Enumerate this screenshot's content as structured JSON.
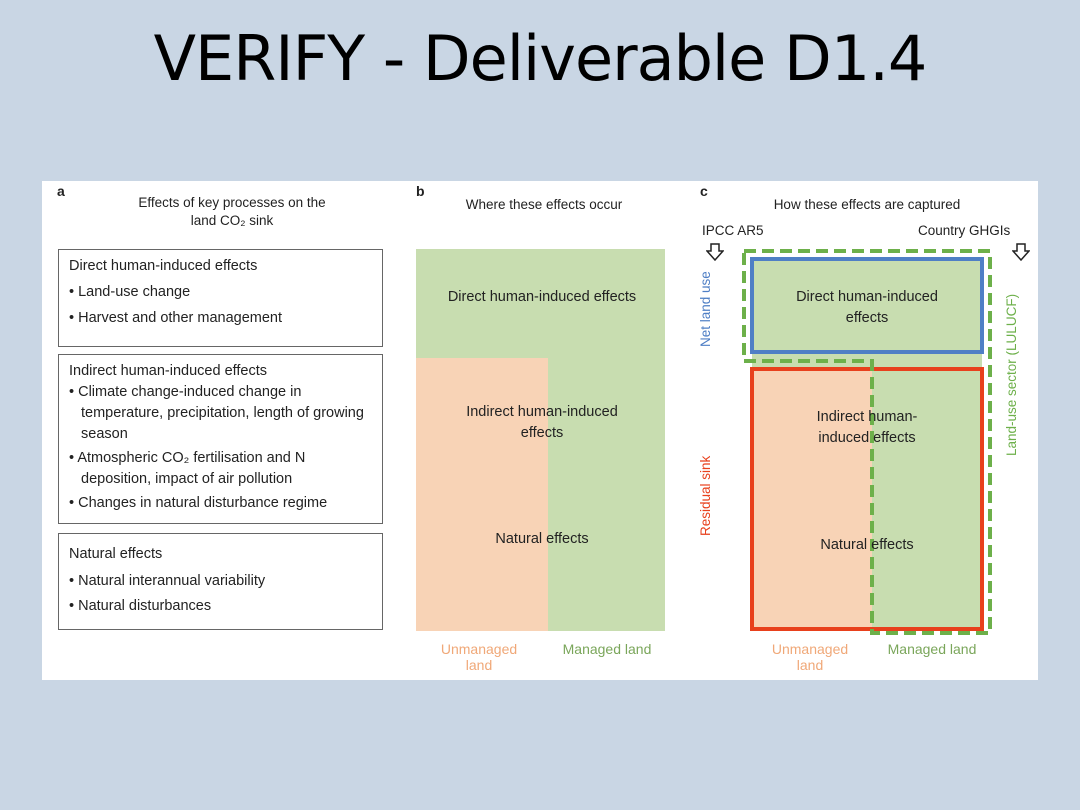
{
  "slide": {
    "title": "VERIFY - Deliverable D1.4"
  },
  "panel_a": {
    "letter": "a",
    "heading_line1": "Effects of key processes on the",
    "heading_line2": "land CO₂ sink",
    "box1": {
      "title": "Direct human-induced effects",
      "items": [
        "Land-use change",
        "Harvest and other management"
      ]
    },
    "box2": {
      "title": "Indirect human-induced effects",
      "items": [
        "Climate change-induced change in temperature, precipitation, length of growing season",
        "Atmospheric CO₂ fertilisation and N deposition, impact of air pollution",
        "Changes in natural disturbance regime"
      ]
    },
    "box3": {
      "title": "Natural effects",
      "items": [
        "Natural interannual variability",
        "Natural disturbances"
      ]
    }
  },
  "panel_b": {
    "letter": "b",
    "heading": "Where these effects occur",
    "direct_label": "Direct human-induced effects",
    "indirect_label": "Indirect human-induced effects",
    "natural_label": "Natural effects",
    "x_unmanaged": "Unmanaged land",
    "x_managed": "Managed land"
  },
  "panel_c": {
    "letter": "c",
    "heading": "How these effects are captured",
    "ipcc_label": "IPCC AR5",
    "country_label": "Country GHGIs",
    "net_land_use": "Net land use",
    "residual_sink": "Residual sink",
    "lulucf": "Land-use sector (LULUCF)",
    "direct_label": "Direct human-induced effects",
    "indirect_label": "Indirect human-induced effects",
    "natural_label": "Natural effects",
    "x_unmanaged": "Unmanaged land",
    "x_managed": "Managed land"
  },
  "colors": {
    "green_fill": "#c8ddb0",
    "peach_fill": "#f8d3b6",
    "blue_border": "#4f7fc5",
    "red_border": "#e8401c",
    "green_dash": "#6db04a",
    "unmanaged_text": "#f0a878",
    "managed_text": "#7aa65a"
  }
}
